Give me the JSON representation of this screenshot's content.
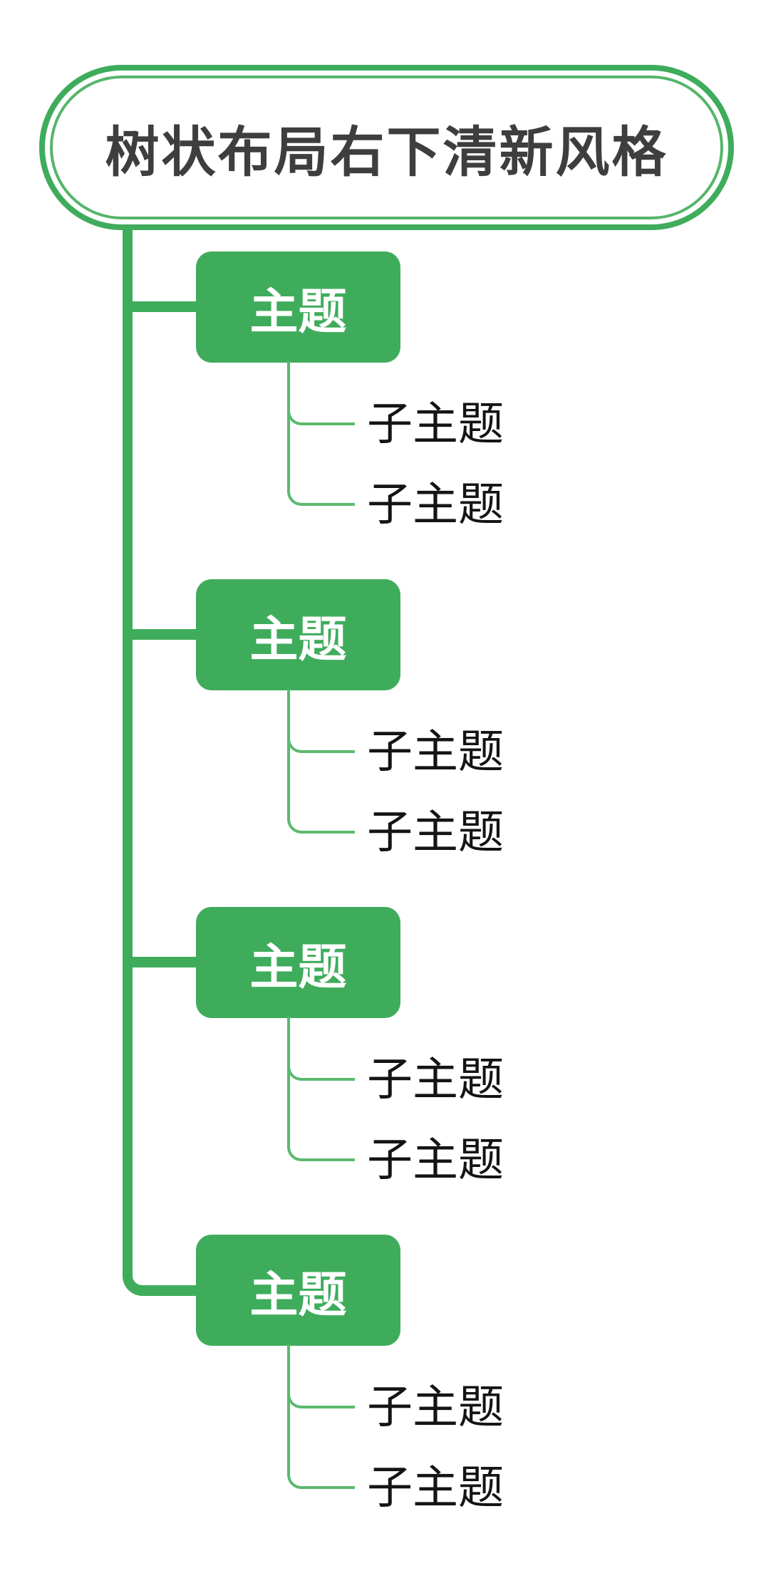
{
  "root": {
    "label": "树状布局右下清新风格"
  },
  "topics": [
    {
      "label": "主题",
      "subtopics": [
        {
          "label": "子主题"
        },
        {
          "label": "子主题"
        }
      ]
    },
    {
      "label": "主题",
      "subtopics": [
        {
          "label": "子主题"
        },
        {
          "label": "子主题"
        }
      ]
    },
    {
      "label": "主题",
      "subtopics": [
        {
          "label": "子主题"
        },
        {
          "label": "子主题"
        }
      ]
    },
    {
      "label": "主题",
      "subtopics": [
        {
          "label": "子主题"
        },
        {
          "label": "子主题"
        }
      ]
    }
  ],
  "colors": {
    "primary_green": "#3FAC5C",
    "inner_border_green": "#55B569",
    "connector_green": "#5BB96E",
    "title_text": "#3E3E3E",
    "topic_text": "#FFFFFF",
    "subtopic_text": "#141414",
    "background": "#FFFFFF"
  }
}
